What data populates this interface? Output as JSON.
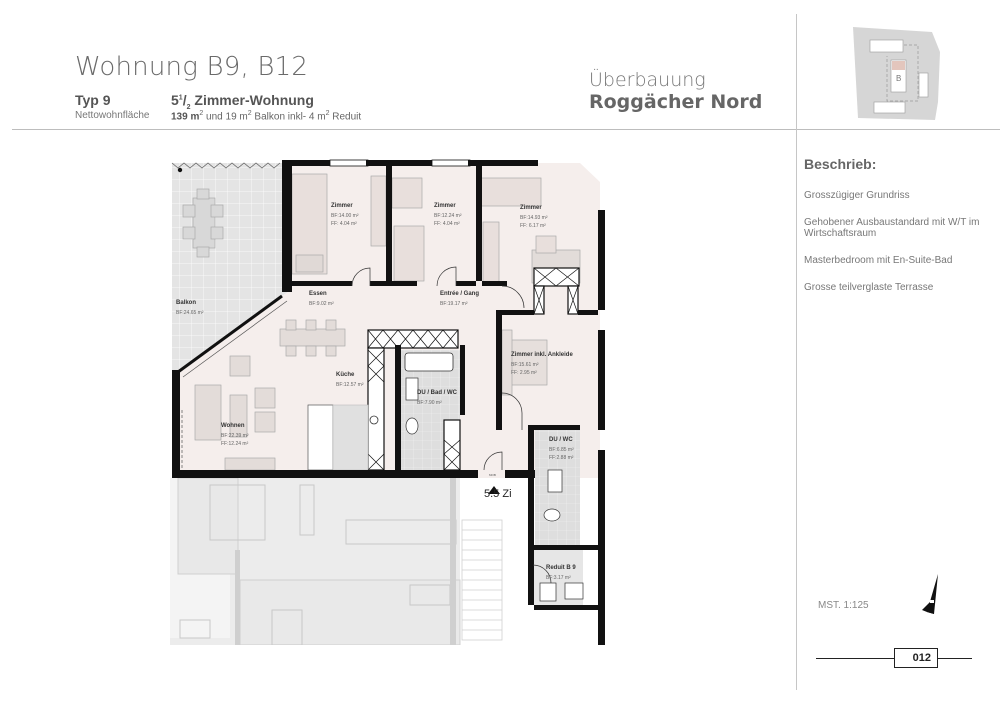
{
  "header": {
    "title": "Wohnung B9, B12",
    "type_label": "Typ 9",
    "net_area_label": "Nettowohnfläche",
    "rooms_whole": "5",
    "rooms_num": "1",
    "rooms_den": "2",
    "rooms_suffix": " Zimmer-Wohnung",
    "area_main": "139 m",
    "area_rest_1": " und 19 m",
    "area_rest_2": " Balkon inkl- 4 m",
    "area_rest_3": " Reduit",
    "sup2": "2"
  },
  "project": {
    "line1": "Überbauung",
    "line2": "Roggächer Nord"
  },
  "site_plan": {
    "building_label": "B",
    "highlight_color": "#e3c6bd",
    "ground_color": "#d6d6d6"
  },
  "sidebar": {
    "heading": "Beschrieb:",
    "items": [
      "Grosszügiger Grundriss",
      "Gehobener Ausbaustandard mit W/T im Wirtschaftsraum",
      "Masterbedroom mit En-Suite-Bad",
      "Grosse teilverglaste Terrasse"
    ],
    "scale": "MST. 1:125",
    "page_number": "012"
  },
  "plan": {
    "entrance_label": "5.5 Zi",
    "colors": {
      "floor": "#f5eeec",
      "wet": "#dcdcdc",
      "balcony": "#e4e4e4",
      "wall": "#111111",
      "neighbor": "#ececec"
    },
    "rooms": [
      {
        "name": "Balkon",
        "bf": "BF:24.65 m²",
        "ff": ""
      },
      {
        "name": "Zimmer",
        "bf": "BF:14.00 m²",
        "ff": "FF:  4.04 m²"
      },
      {
        "name": "Zimmer",
        "bf": "BF:12.24 m²",
        "ff": "FF:  4.04 m²"
      },
      {
        "name": "Zimmer",
        "bf": "BF:14.93 m²",
        "ff": "FF:  6.17 m²"
      },
      {
        "name": "Essen",
        "bf": "BF:9.02 m²",
        "ff": ""
      },
      {
        "name": "Entrée / Gang",
        "bf": "BF:19.17 m²",
        "ff": ""
      },
      {
        "name": "Zimmer inkl. Ankleide",
        "bf": "BF:15.61 m²",
        "ff": "FF:  2.95 m²"
      },
      {
        "name": "Küche",
        "bf": "BF:12.57 m²",
        "ff": ""
      },
      {
        "name": "DU / Bad / WC",
        "bf": "BF:7.90 m²",
        "ff": ""
      },
      {
        "name": "Wohnen",
        "bf": "BF:22.39 m²",
        "ff": "FF:12.24 m²"
      },
      {
        "name": "DU / WC",
        "bf": "BF:6.85 m²",
        "ff": "FF:2.88 m²"
      },
      {
        "name": "Reduit B 9",
        "bf": "BF:3.17 m²",
        "ff": ""
      }
    ]
  }
}
